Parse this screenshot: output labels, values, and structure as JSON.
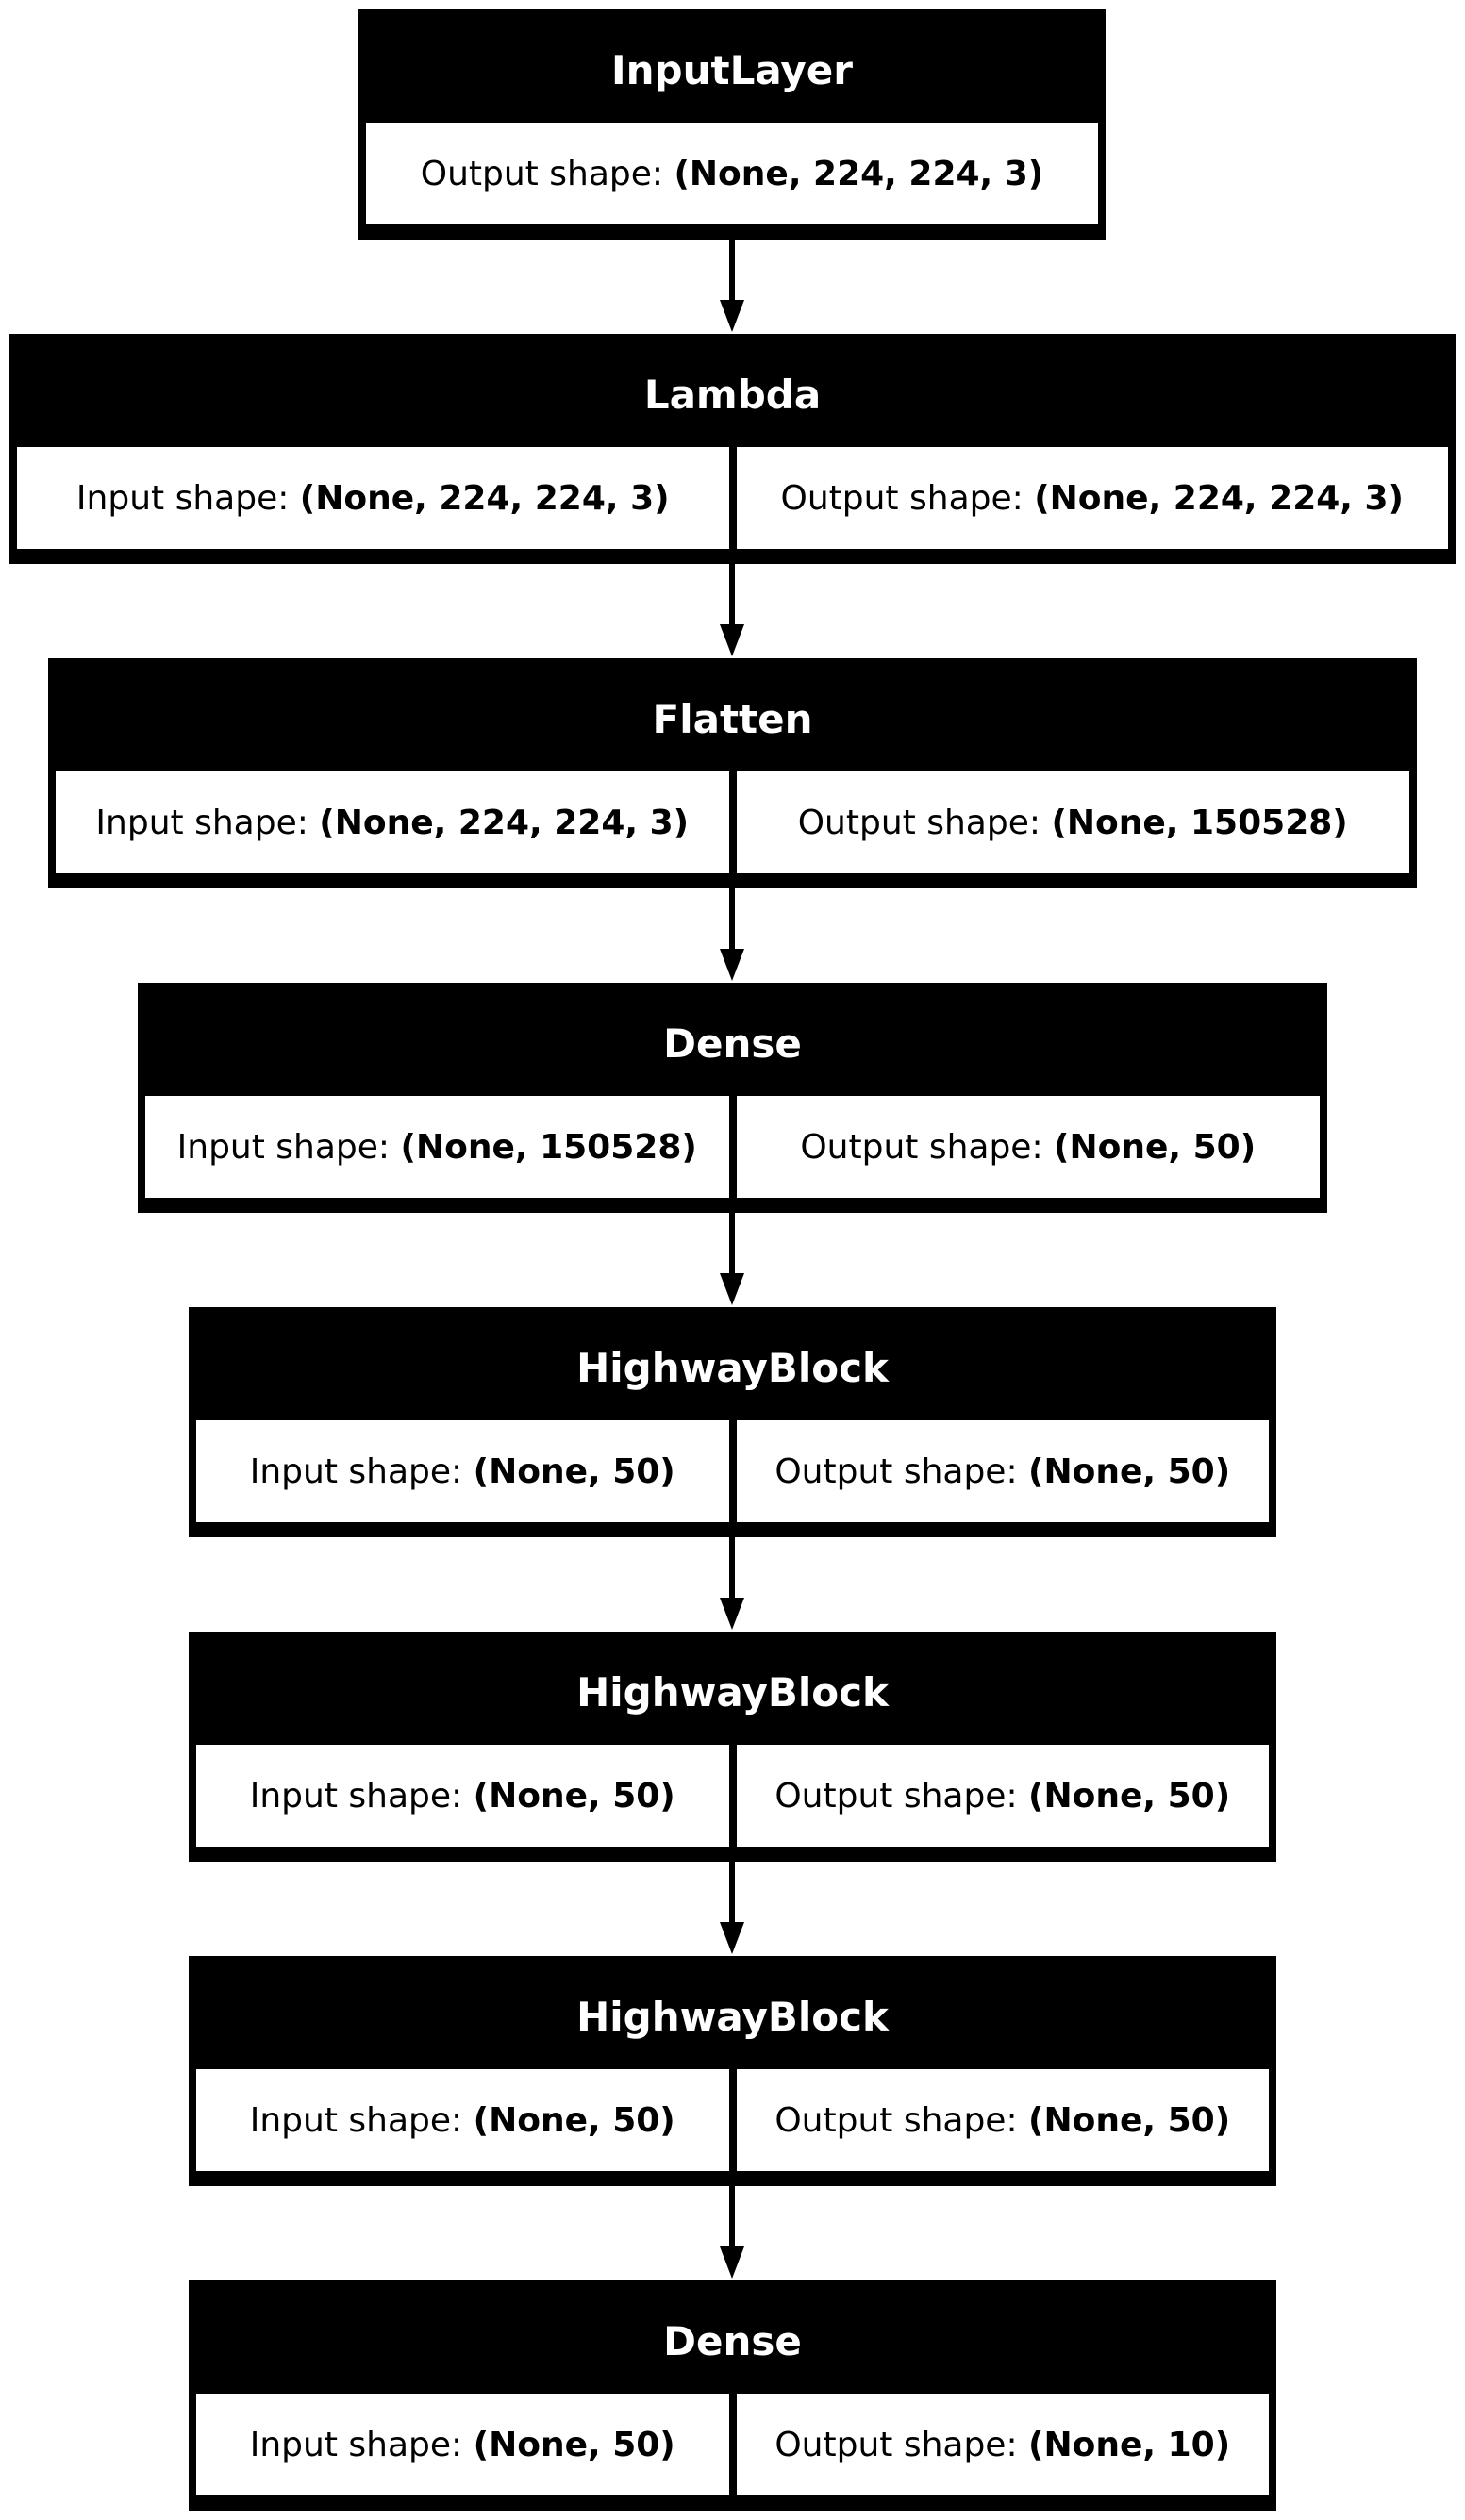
{
  "layers": [
    {
      "name": "InputLayer",
      "output_label": "Output shape:",
      "output_shape": "(None, 224, 224, 3)"
    },
    {
      "name": "Lambda",
      "input_label": "Input shape:",
      "input_shape": "(None, 224, 224, 3)",
      "output_label": "Output shape:",
      "output_shape": "(None, 224, 224, 3)"
    },
    {
      "name": "Flatten",
      "input_label": "Input shape:",
      "input_shape": "(None, 224, 224, 3)",
      "output_label": "Output shape:",
      "output_shape": "(None, 150528)"
    },
    {
      "name": "Dense",
      "input_label": "Input shape:",
      "input_shape": "(None, 150528)",
      "output_label": "Output shape:",
      "output_shape": "(None, 50)"
    },
    {
      "name": "HighwayBlock",
      "input_label": "Input shape:",
      "input_shape": "(None, 50)",
      "output_label": "Output shape:",
      "output_shape": "(None, 50)"
    },
    {
      "name": "HighwayBlock",
      "input_label": "Input shape:",
      "input_shape": "(None, 50)",
      "output_label": "Output shape:",
      "output_shape": "(None, 50)"
    },
    {
      "name": "HighwayBlock",
      "input_label": "Input shape:",
      "input_shape": "(None, 50)",
      "output_label": "Output shape:",
      "output_shape": "(None, 50)"
    },
    {
      "name": "Dense",
      "input_label": "Input shape:",
      "input_shape": "(None, 50)",
      "output_label": "Output shape:",
      "output_shape": "(None, 10)"
    }
  ]
}
